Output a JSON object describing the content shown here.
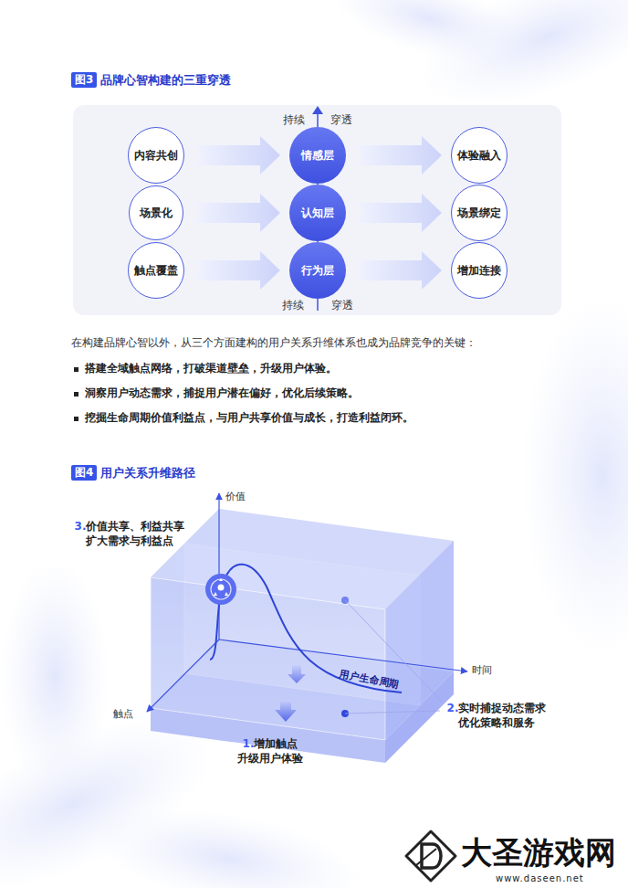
{
  "diagram": {
    "nodes": [
      {
        "text": [
          "内容共创"
        ]
      },
      {
        "text": [
          "情感层"
        ]
      },
      {
        "text": [
          "体验融入"
        ]
      },
      {
        "text": [
          "场景化"
        ]
      },
      {
        "text": [
          "认知层"
        ]
      },
      {
        "text": [
          "场景绑定"
        ]
      },
      {
        "text": [
          "触点覆盖"
        ]
      },
      {
        "text": [
          "行为层"
        ]
      },
      {
        "text": [
          "增加连接"
        ]
      }
    ],
    "edges": [
      {
        "from": 0,
        "to": 1,
        "arrow": "to"
      },
      {
        "from": 1,
        "to": 2,
        "arrow": "to"
      },
      {
        "from": 3,
        "to": 4,
        "arrow": "to"
      },
      {
        "from": 4,
        "to": 5,
        "arrow": "to"
      },
      {
        "from": 6,
        "to": 7,
        "arrow": "to"
      },
      {
        "from": 7,
        "to": 8,
        "arrow": "to"
      },
      {
        "from": 4,
        "to": 1,
        "arrow": "none"
      },
      {
        "from": 7,
        "to": 4,
        "arrow": "none"
      }
    ],
    "labels": [
      "图3",
      "品牌心智构建的三重穿透",
      "持续",
      "穿透",
      "持续",
      "穿透",
      "在构建品牌心智以外，从三个方面建构的用户关系升维体系也成为品牌竞争的关键：",
      "搭建全域触点网络，打破渠道壁垒，升级用户体验。",
      "洞察用户动态需求，捕捉用户潜在偏好，优化后续策略。",
      "挖掘生命周期价值利益点，与用户共享价值与成长，打造利益闭环。",
      "图4",
      "用户关系升维路径",
      "价值",
      "时间",
      "触点",
      "用户生命周期",
      "3.",
      "价值共享、利益共享 扩大需求与利益点",
      "1.",
      "增加触点 升级用户体验",
      "2.",
      "实时捕捉动态需求 优化策略和服务",
      "大圣游戏网",
      "www.daseen.net"
    ]
  }
}
